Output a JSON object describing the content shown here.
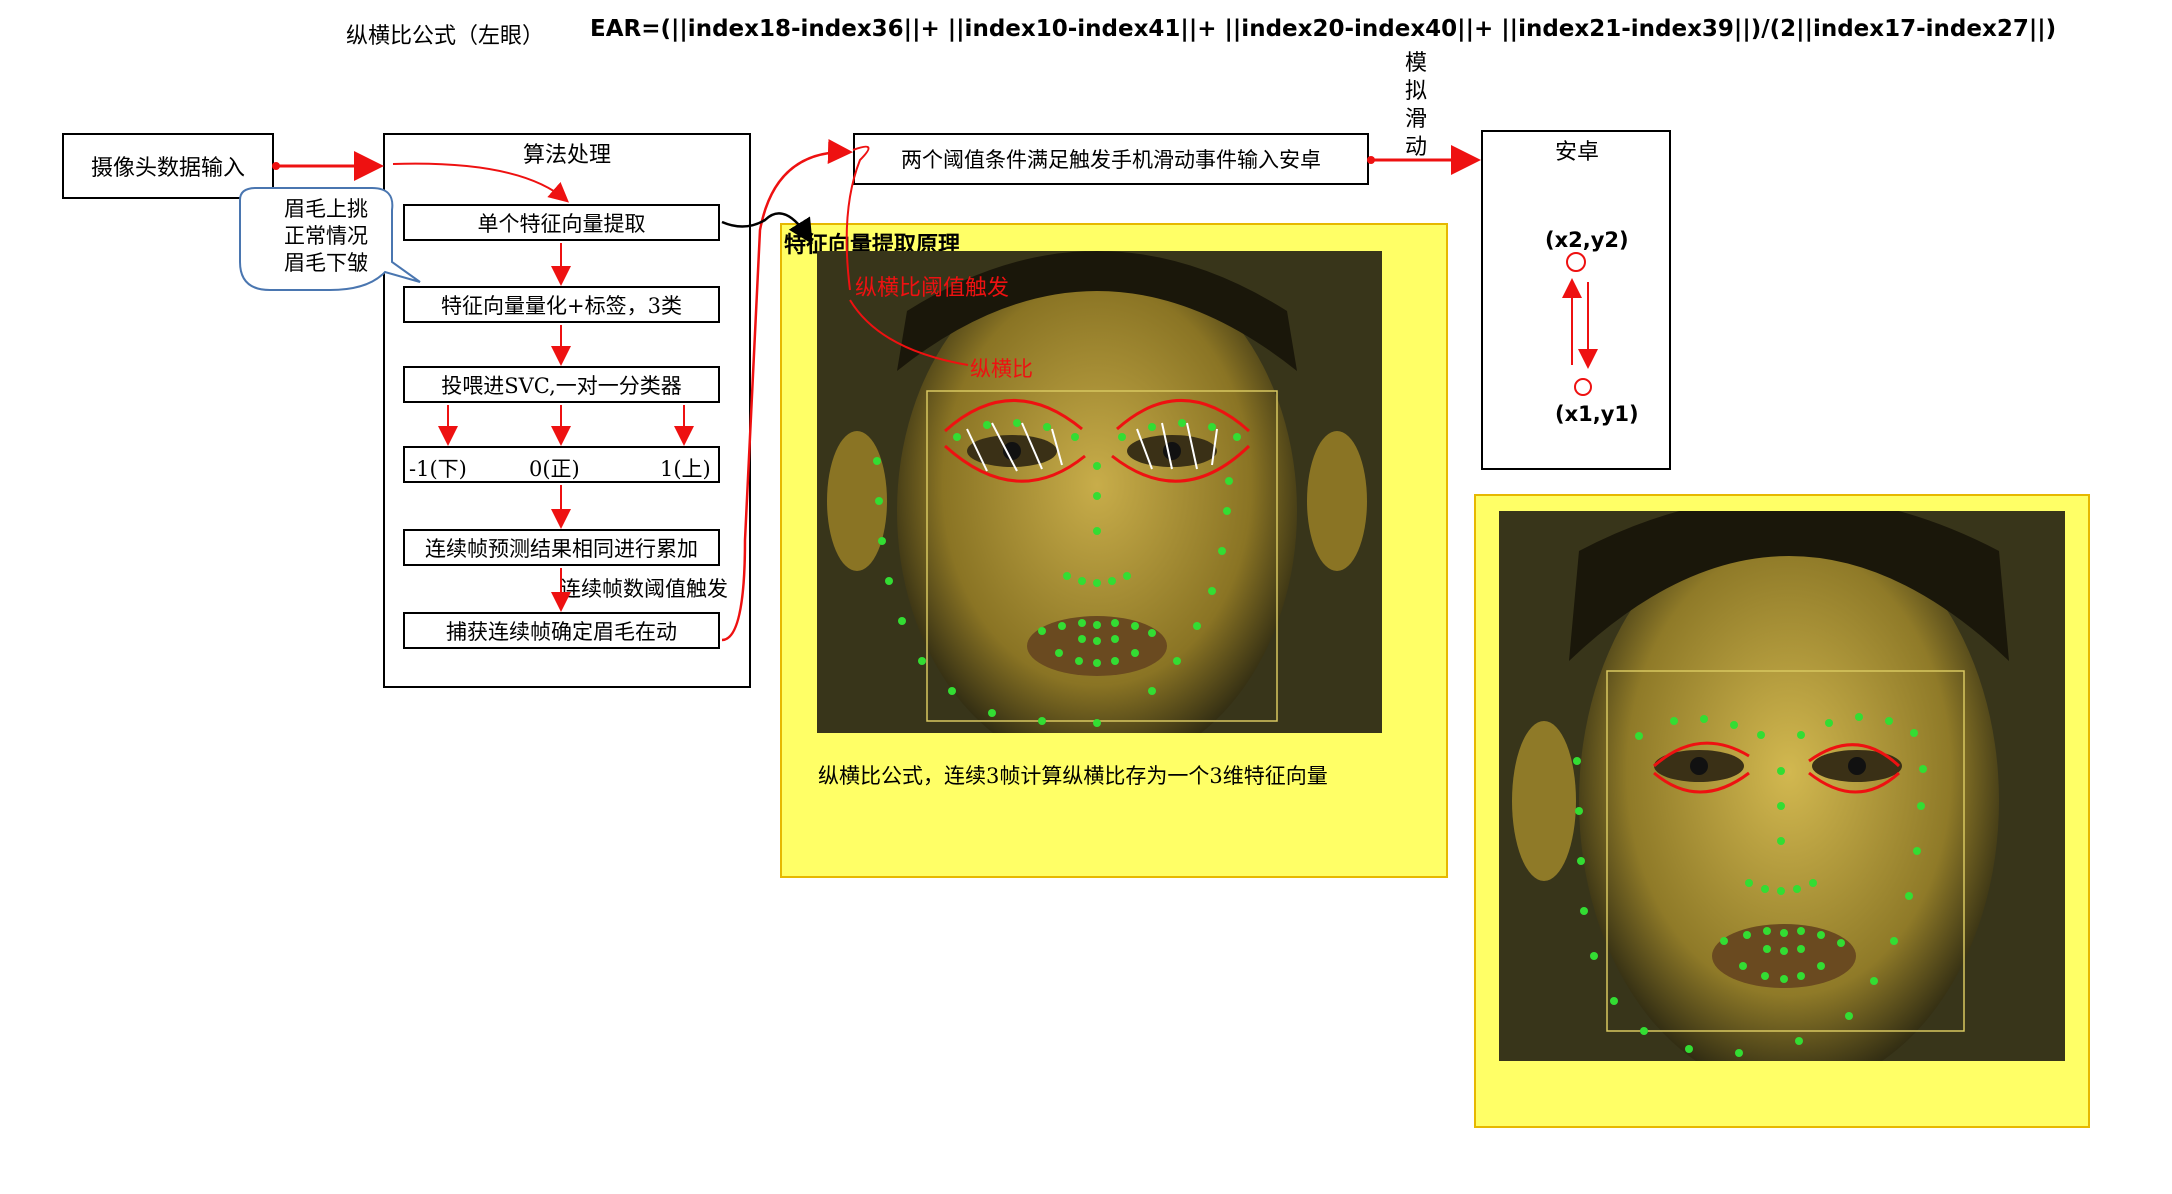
{
  "formula": {
    "title": "纵横比公式（左眼）",
    "expr": "EAR=(||index18-index36||+ ||index10-index41||+ ||index20-index40||+ ||index21-index39||)/(2||index17-index27||)"
  },
  "camera_box": "摄像头数据输入",
  "bubble": {
    "line1": "眉毛上挑",
    "line2": "正常情况",
    "line3": "眉毛下皱"
  },
  "algo": {
    "title": "算法处理",
    "step1": "单个特征向量提取",
    "step2": "特征向量量化+标签，3类",
    "step3": "投喂进SVC,一对一分类器",
    "class_neg": "-1(下)",
    "class_zero": "0(正)",
    "class_pos": "1(上)",
    "step4": "连续帧预测结果相同进行累加",
    "trigger_label": "连续帧数阈值触发",
    "step5": "捕获连续帧确定眉毛在动"
  },
  "threshold_box": "两个阈值条件满足触发手机滑动事件输入安卓",
  "sim_label": [
    "模",
    "拟",
    "滑",
    "动"
  ],
  "android": {
    "title": "安卓",
    "p2": "(x2,y2)",
    "p1": "(x1,y1)"
  },
  "feature_panel": {
    "title": "特征向量提取原理",
    "ratio_trigger": "纵横比阈值触发",
    "ratio": "纵横比",
    "caption": "纵横比公式，连续3帧计算纵横比存为一个3维特征向量"
  },
  "colors": {
    "arrow": "#ee1111",
    "panel": "#ffff66",
    "landmark": "#33dd33"
  }
}
